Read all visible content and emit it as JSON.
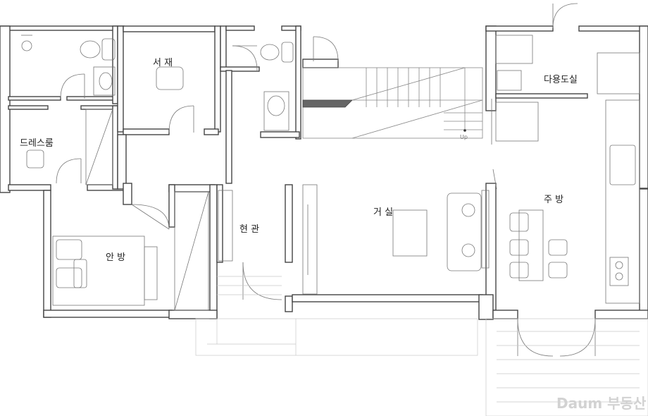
{
  "rooms": {
    "study": "서  재",
    "dressing_room": "드레스룸",
    "master_bedroom": "안  방",
    "entrance": "현  관",
    "living_room": "거  실",
    "utility_room": "다용도실",
    "kitchen": "주  방"
  },
  "stair_label": "Up",
  "watermark": "Daum 부동산",
  "colors": {
    "wall": "#444444",
    "fixture": "#7a7a7a",
    "background": "#ffffff"
  }
}
